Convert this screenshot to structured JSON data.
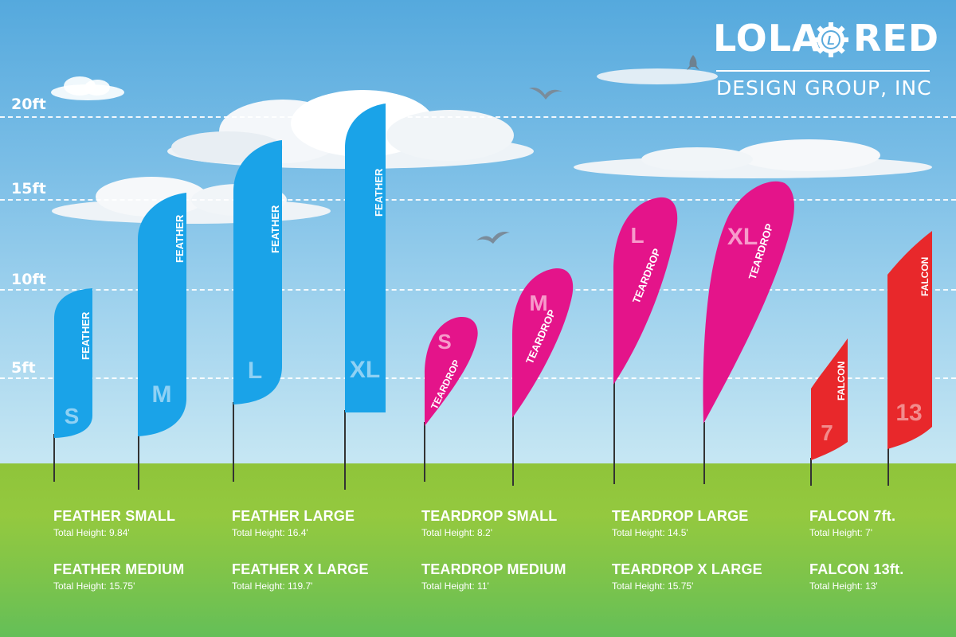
{
  "logo": {
    "left_word": "LOLA",
    "right_word": "RED",
    "emblem_letter": "L",
    "subtitle": "DESIGN GROUP, INC"
  },
  "height_scale": {
    "ticks": [
      "20ft",
      "15ft",
      "10ft",
      "5ft"
    ]
  },
  "flags": [
    {
      "shape": "feather",
      "type_label": "FEATHER",
      "size_label": "S",
      "color": "#1aa3e8"
    },
    {
      "shape": "feather",
      "type_label": "FEATHER",
      "size_label": "M",
      "color": "#1aa3e8"
    },
    {
      "shape": "feather",
      "type_label": "FEATHER",
      "size_label": "L",
      "color": "#1aa3e8"
    },
    {
      "shape": "feather",
      "type_label": "FEATHER",
      "size_label": "XL",
      "color": "#1aa3e8"
    },
    {
      "shape": "teardrop",
      "type_label": "TEARDROP",
      "size_label": "S",
      "color": "#e4148a"
    },
    {
      "shape": "teardrop",
      "type_label": "TEARDROP",
      "size_label": "M",
      "color": "#e4148a"
    },
    {
      "shape": "teardrop",
      "type_label": "TEARDROP",
      "size_label": "L",
      "color": "#e4148a"
    },
    {
      "shape": "teardrop",
      "type_label": "TEARDROP",
      "size_label": "XL",
      "color": "#e4148a"
    },
    {
      "shape": "falcon",
      "type_label": "FALCON",
      "size_label": "7",
      "color": "#e8282b"
    },
    {
      "shape": "falcon",
      "type_label": "FALCON",
      "size_label": "13",
      "color": "#e8282b"
    }
  ],
  "labels": [
    {
      "name": "FEATHER SMALL",
      "height": "Total Height: 9.84'"
    },
    {
      "name": "FEATHER MEDIUM",
      "height": "Total Height: 15.75'"
    },
    {
      "name": "FEATHER LARGE",
      "height": "Total Height: 16.4'"
    },
    {
      "name": "FEATHER X LARGE",
      "height": "Total Height: 119.7'"
    },
    {
      "name": "TEARDROP SMALL",
      "height": "Total Height: 8.2'"
    },
    {
      "name": "TEARDROP MEDIUM",
      "height": "Total Height: 11'"
    },
    {
      "name": "TEARDROP LARGE",
      "height": "Total Height: 14.5'"
    },
    {
      "name": "TEARDROP X LARGE",
      "height": "Total Height: 15.75'"
    },
    {
      "name": "FALCON 7ft.",
      "height": "Total Height: 7'"
    },
    {
      "name": "FALCON 13ft.",
      "height": "Total Height: 13'"
    }
  ]
}
